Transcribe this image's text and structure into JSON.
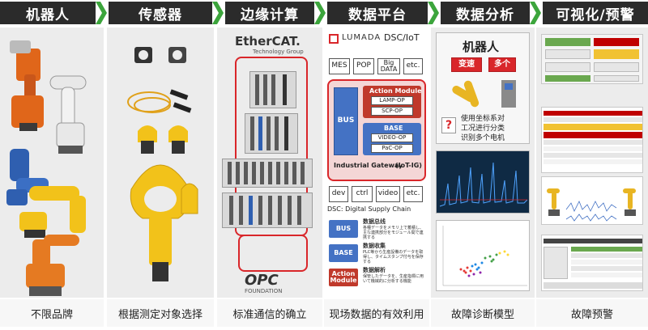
{
  "header": {
    "stages": [
      {
        "label": "机器人"
      },
      {
        "label": "传感器"
      },
      {
        "label": "边缘计算"
      },
      {
        "label": "数据平台"
      },
      {
        "label": "数据分析"
      },
      {
        "label": "可视化/预警"
      }
    ]
  },
  "footer": {
    "captions": [
      "不限品牌",
      "根据测定对象选择",
      "标准通信的确立",
      "现场数据的有效利用",
      "故障诊断模型",
      "故障预警"
    ]
  },
  "edge": {
    "ethercat_logo": "EtherCAT.",
    "ethercat_sub": "Technology Group",
    "opc_logo": "OPC",
    "opc_sub": "FOUNDATION"
  },
  "platform": {
    "logo": "LUMADA",
    "title": "DSC/IoT",
    "top_boxes": [
      "MES",
      "POP",
      "Big DATA",
      "etc."
    ],
    "bus": "BUS",
    "action_module": "Action Module",
    "lamp_op": "LAMP-OP",
    "scp_op": "SCP-OP",
    "base": "BASE",
    "video_op": "VIDEO-OP",
    "pac_op": "PaC-OP",
    "gateway": "Industrial Gateway",
    "iot_ig": "(IoT-IG)",
    "bottom_boxes": [
      "dev",
      "ctrl",
      "video",
      "etc."
    ],
    "dsc_note": "DSC: Digital Supply Chain",
    "legend": [
      {
        "chip": "BUS",
        "title": "数据总线",
        "desc": "各種データをメモリ上で蓄積し、主な連携部分をモジュール間で連携する"
      },
      {
        "chip": "BASE",
        "title": "数据收集",
        "desc": "PLC等から生産設備のデータを取得し、タイムスタンプ付与を保存する"
      },
      {
        "chip": "Action Module",
        "title": "数据解析",
        "desc": "保管したデータを、生産指標に用いて機械的に分析する機能"
      }
    ]
  },
  "analysis": {
    "robot_title": "机器人",
    "tag_speed": "变速",
    "tag_multi": "多个",
    "question": "?",
    "desc_lines": [
      "使用坐标系对",
      "工况进行分类",
      "识别多个电机"
    ]
  },
  "colors": {
    "header_bg": "#2b2b2b",
    "chevron": "#3ca53c",
    "accent_red": "#d9262a",
    "robot_orange": "#e0661a",
    "robot_yellow": "#f2c21a",
    "platform_blue": "#4472c4",
    "platform_red": "#c0392b"
  }
}
